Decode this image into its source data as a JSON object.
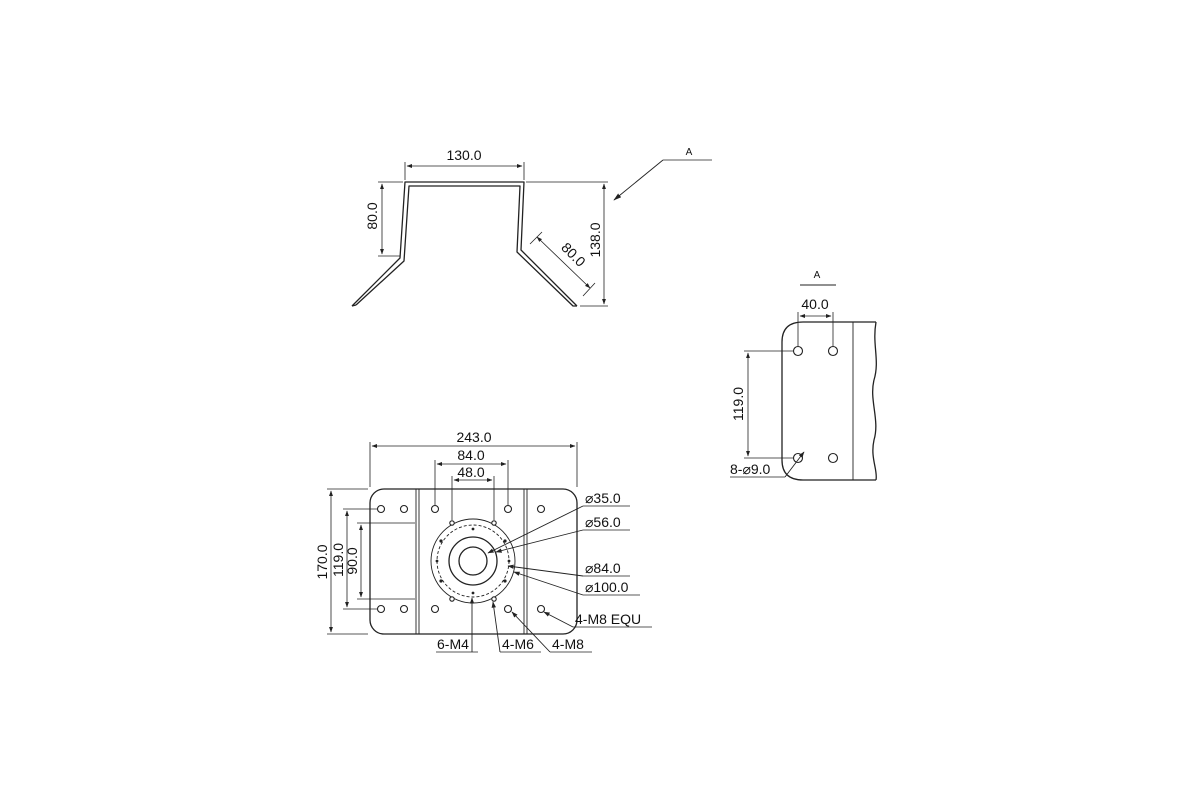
{
  "side_view": {
    "top_width": "130.0",
    "left_height": "80.0",
    "total_height": "138.0",
    "wing_length": "80.0",
    "view_arrow": "A"
  },
  "view_a": {
    "title": "A",
    "hole_pitch": "40.0",
    "hole_span": "119.0",
    "hole_note": "8-⌀9.0"
  },
  "front_view": {
    "overall_width": "243.0",
    "pcd_84": "84.0",
    "pcd_48": "48.0",
    "overall_height": "170.0",
    "height_119": "119.0",
    "height_90": "90.0",
    "dia_35": "⌀35.0",
    "dia_56": "⌀56.0",
    "dia_84": "⌀84.0",
    "dia_100": "⌀100.0",
    "note_m8_equ": "4-M8 EQU",
    "note_m4": "6-M4",
    "note_m6": "4-M6",
    "note_m8": "4-M8"
  }
}
